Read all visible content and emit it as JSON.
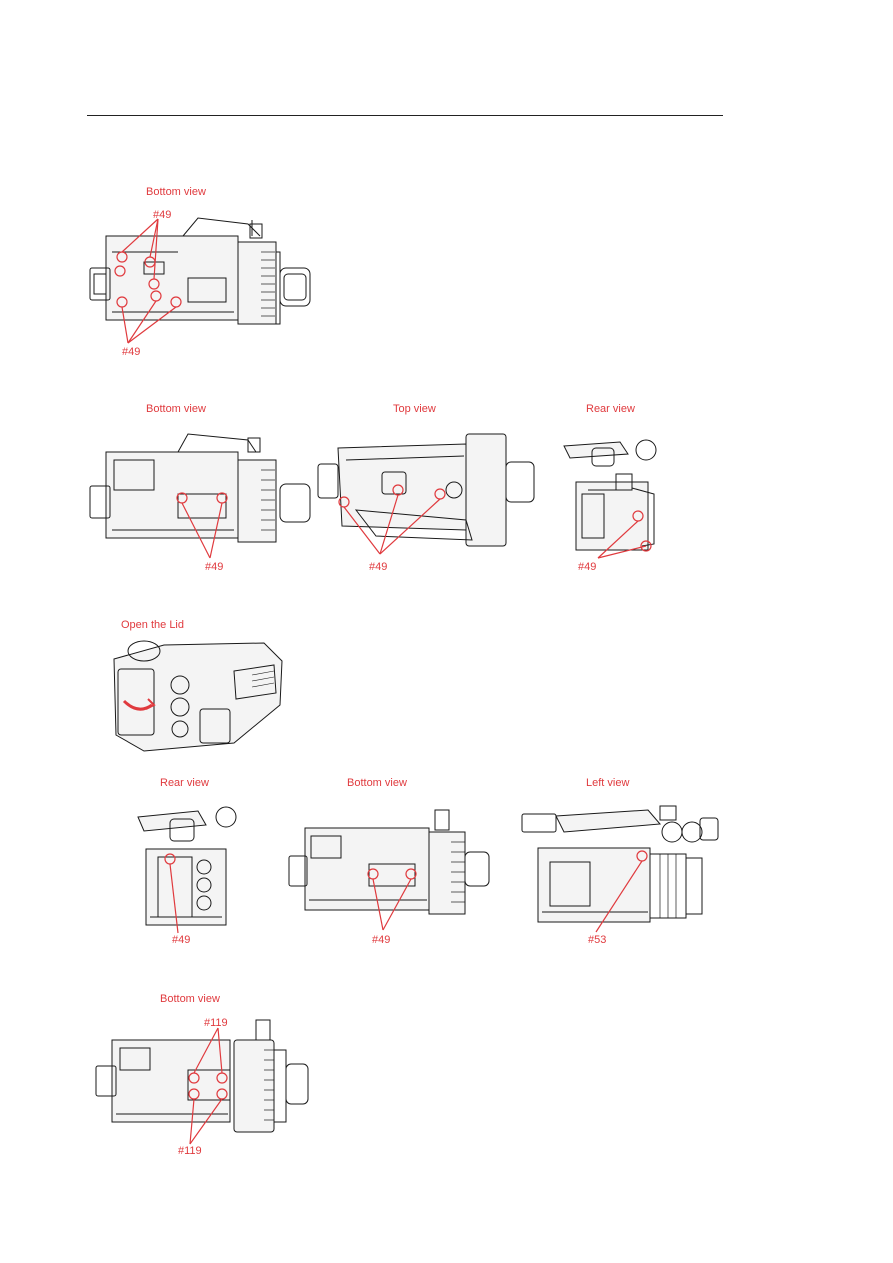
{
  "colors": {
    "accent": "#e03a3e",
    "line": "#1a1a1a"
  },
  "step1": {
    "label": "Bottom view",
    "screw_top": "#49",
    "screw_bottom": "#49"
  },
  "step2": {
    "bottom": {
      "label": "Bottom view",
      "screw": "#49"
    },
    "top": {
      "label": "Top view",
      "screw": "#49"
    },
    "rear": {
      "label": "Rear view",
      "screw": "#49"
    }
  },
  "step3": {
    "label": "Open the Lid"
  },
  "step4": {
    "rear": {
      "label": "Rear view",
      "screw": "#49"
    },
    "bottom": {
      "label": "Bottom view",
      "screw": "#49"
    },
    "left": {
      "label": "Left view",
      "screw": "#53"
    }
  },
  "step5": {
    "label": "Bottom view",
    "screw_top": "#119",
    "screw_bottom": "#119"
  }
}
